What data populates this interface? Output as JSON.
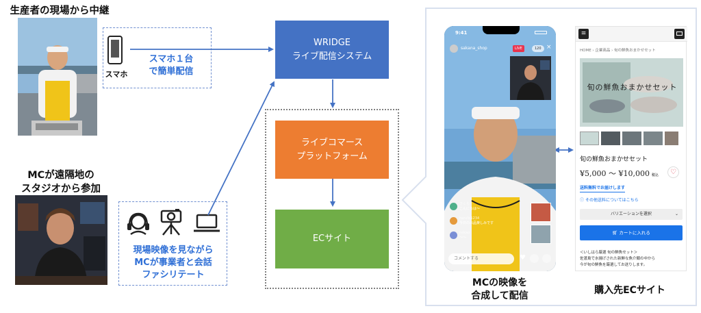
{
  "producer": {
    "heading": "生産者の現場から中継",
    "smartphone_label": "スマホ",
    "caption_line1": "スマホ１台",
    "caption_line2": "で簡単配信"
  },
  "mc": {
    "heading_line1": "MCが遠隔地の",
    "heading_line2": "スタジオから参加",
    "caption_line1": "現場映像を見ながら",
    "caption_line2": "MCが事業者と会話",
    "caption_line3": "ファシリテート"
  },
  "flow": {
    "wridge_line1": "WRIDGE",
    "wridge_line2": "ライブ配信システム",
    "live_commerce_line1": "ライブコマース",
    "live_commerce_line2": "プラットフォーム",
    "ec_site": "ECサイト"
  },
  "phone": {
    "time": "9:41",
    "shop_name": "sakana_shop",
    "live_badge": "LIVE",
    "viewer_count": "120",
    "comment_placeholder": "コメントする",
    "comments": [
      {
        "user": "さくら",
        "text": "こんにちは〜"
      },
      {
        "user": "haruto1234",
        "text": "今日の出品楽しみです"
      },
      {
        "user": "nakao",
        "text": "〜〜"
      }
    ],
    "caption_line1": "MCの映像を",
    "caption_line2": "合成して配信"
  },
  "ec": {
    "breadcrumb_home": "HOME",
    "breadcrumb_cat": "企業商品",
    "breadcrumb_item": "旬の鮮魚おまかせセット",
    "product_image_text": "旬の鮮魚おまかせセット",
    "product_name": "旬の鮮魚おまかせセット",
    "price": "¥5,000 〜 ¥10,000",
    "tax_label": "税込",
    "shipping": "送料無料でお届けします",
    "other_shipping": "その他送料についてはこちら",
    "variation": "バリエーションを選択",
    "cart_button": "カートに入れる",
    "description_line1": "＜いしはら厳選 旬の鮮魚セット＞",
    "description_line2": "佐渡島で水揚げされた新鮮な魚介類の中から",
    "description_line3": "今が旬の鮮魚を厳選してお送りします。",
    "caption": "購入先ECサイト"
  },
  "colors": {
    "wridge_blue": "#4472c4",
    "live_commerce_orange": "#ed7d31",
    "ec_green": "#70ad47",
    "caption_blue": "#2f6fd6",
    "cart_blue": "#1a73e8"
  }
}
